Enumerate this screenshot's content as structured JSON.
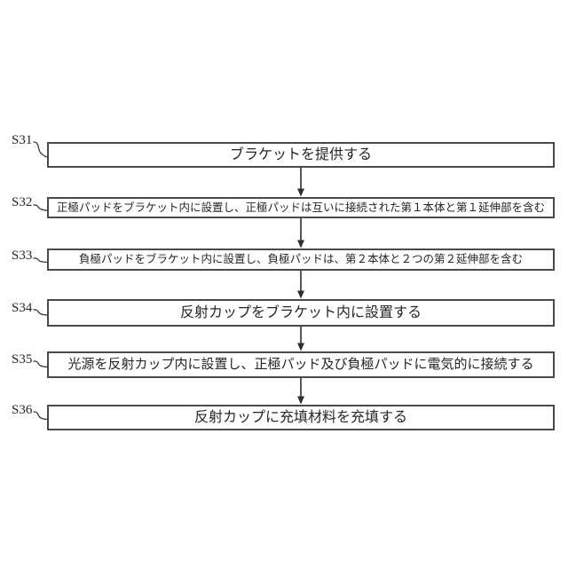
{
  "figure": {
    "type": "flowchart",
    "orientation": "vertical",
    "colors": {
      "background": "#ffffff",
      "line": "#3d3d3d",
      "text": "#262626"
    },
    "steps": [
      {
        "label": "S31",
        "text": "ブラケットを提供する"
      },
      {
        "label": "S32",
        "text": "正極パッドをブラケット内に設置し、正極パッドは互いに接続された第１本体と第１延伸部を含む"
      },
      {
        "label": "S33",
        "text": "負極パッドをブラケット内に設置し、負極パッドは、第２本体と２つの第２延伸部を含む"
      },
      {
        "label": "S34",
        "text": "反射カップをブラケット内に設置する"
      },
      {
        "label": "S35",
        "text": "光源を反射カップ内に設置し、正極パッド及び負極パッドに電気的に接続する"
      },
      {
        "label": "S36",
        "text": "反射カップに充填材料を充填する"
      }
    ]
  }
}
